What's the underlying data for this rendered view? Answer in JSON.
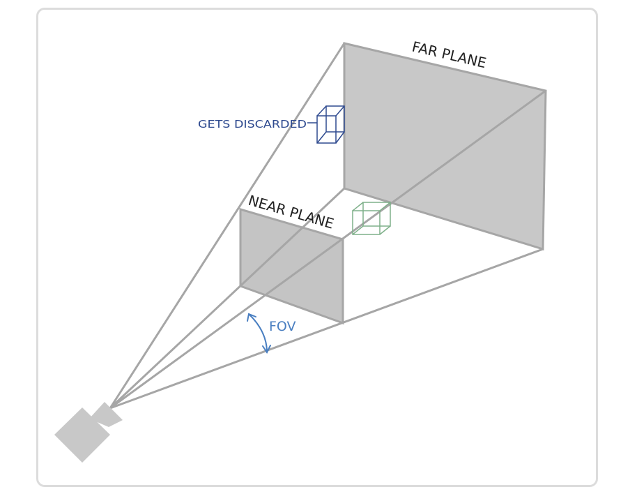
{
  "diagram": {
    "labels": {
      "far_plane": "FAR PLANE",
      "near_plane": "NEAR PLANE",
      "discarded": "GETS DISCARDED",
      "fov": "FOV"
    },
    "colors": {
      "frustum_line": "#a6a6a6",
      "plane_fill": "#c8c8c8",
      "plane_fill_near": "#c4c4c4",
      "camera": "#c8c8c8",
      "discarded_cube": "#2e4a8f",
      "inside_cube": "#7fb08a",
      "fov_arc": "#4a7fc1",
      "text": "#222222"
    },
    "icons": {
      "camera": "camera-icon",
      "discarded_cube": "cube-wireframe-icon",
      "inside_cube": "cube-wireframe-icon"
    }
  }
}
